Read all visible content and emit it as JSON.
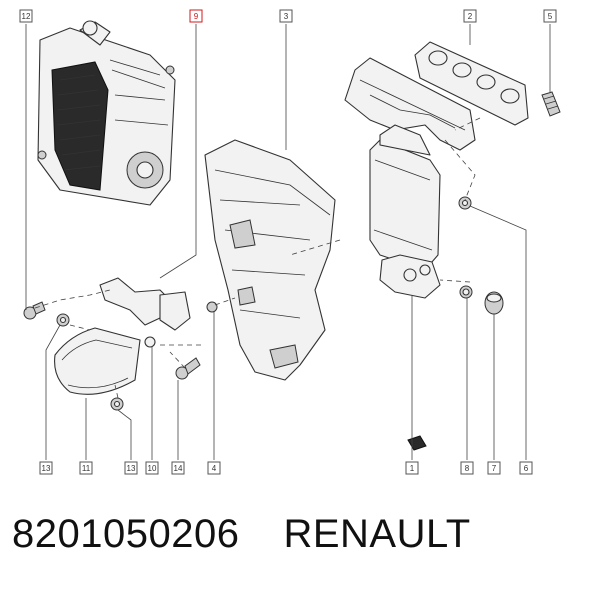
{
  "callouts": [
    {
      "id": "12",
      "label": "12"
    },
    {
      "id": "9",
      "label": "9"
    },
    {
      "id": "3",
      "label": "3"
    },
    {
      "id": "2",
      "label": "2"
    },
    {
      "id": "5",
      "label": "5"
    },
    {
      "id": "13a",
      "label": "13"
    },
    {
      "id": "11",
      "label": "11"
    },
    {
      "id": "13b",
      "label": "13"
    },
    {
      "id": "10",
      "label": "10"
    },
    {
      "id": "14",
      "label": "14"
    },
    {
      "id": "4",
      "label": "4"
    },
    {
      "id": "1",
      "label": "1"
    },
    {
      "id": "8",
      "label": "8"
    },
    {
      "id": "7",
      "label": "7"
    },
    {
      "id": "6",
      "label": "6"
    }
  ],
  "caption": {
    "part_number": "8201050206",
    "brand": "RENAULT"
  },
  "colors": {
    "highlight_callout": "#d0191c",
    "line": "#444444"
  }
}
